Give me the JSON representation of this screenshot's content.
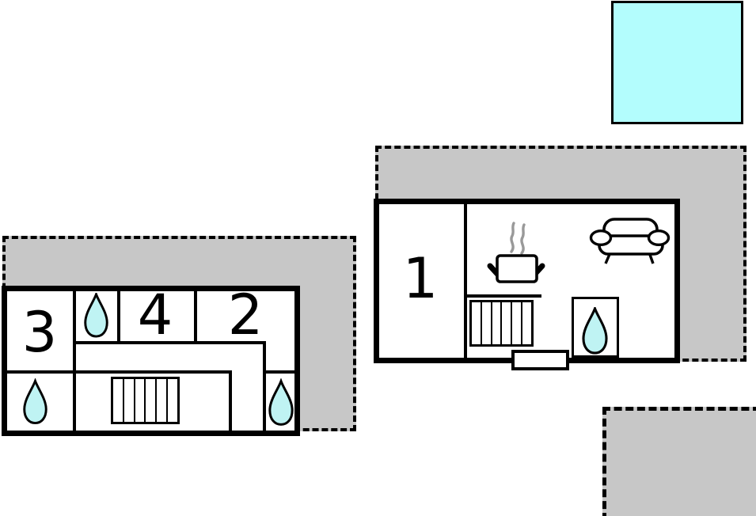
{
  "diagram": {
    "type": "floor-plan",
    "rooms": {
      "room1": {
        "label": "1"
      },
      "room2": {
        "label": "2"
      },
      "room3": {
        "label": "3"
      },
      "room4": {
        "label": "4"
      }
    },
    "icons": [
      "water-drop-icon",
      "stairs-icon",
      "stove-pot-icon",
      "steam-icon",
      "sofa-icon"
    ],
    "colors": {
      "water_drop_fill": "#bff3f3",
      "pool_fill": "#b3fdfd",
      "terrace_fill": "#c7c7c7",
      "outline": "#000000",
      "steam": "#999999"
    }
  }
}
